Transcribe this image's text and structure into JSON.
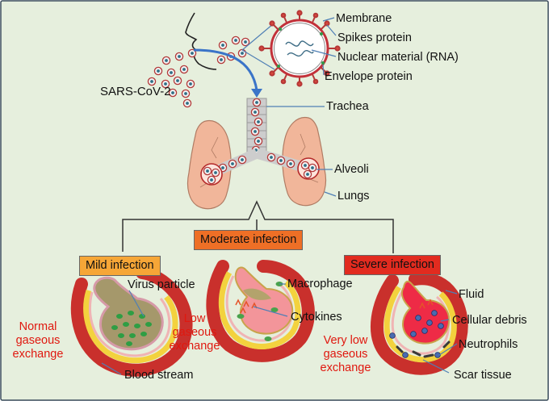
{
  "colors": {
    "background": "#e6efdd",
    "border": "#3b4d5c",
    "lung": "#f1b69a",
    "artery": "#c8242a",
    "fat": "#f5d23a",
    "mild_badge": "#f6a637",
    "moderate_badge": "#ee6f26",
    "severe_badge": "#e22b1f",
    "outcome_text": "#e0180f",
    "arrow": "#3a74c8"
  },
  "virus": {
    "label": "SARS-CoV-2",
    "parts": [
      {
        "key": "membrane",
        "label": "Membrane"
      },
      {
        "key": "spikes",
        "label": "Spikes protein"
      },
      {
        "key": "rna",
        "label": "Nuclear material (RNA)"
      },
      {
        "key": "envelope",
        "label": "Envelope protein"
      }
    ]
  },
  "respiratory": {
    "trachea": "Trachea",
    "alveoli": "Alveoli",
    "lungs": "Lungs"
  },
  "stages": {
    "mild": {
      "label": "Mild infection",
      "outcome_lines": [
        "Normal",
        "gaseous",
        "exchange"
      ],
      "annotations": {
        "virus_particle": "Virus particle",
        "blood_stream": "Blood stream"
      }
    },
    "moderate": {
      "label": "Moderate infection",
      "outcome_lines": [
        "Low",
        "gaseous",
        "exchange"
      ],
      "annotations": {
        "macrophage": "Macrophage",
        "cytokines": "Cytokines"
      }
    },
    "severe": {
      "label": "Severe infection",
      "outcome_lines": [
        "Very low",
        "gaseous",
        "exchange"
      ],
      "annotations": {
        "fluid": "Fluid",
        "cellular_debris": "Cellular debris",
        "neutrophils": "Neutrophils",
        "scar_tissue": "Scar tissue"
      }
    }
  }
}
